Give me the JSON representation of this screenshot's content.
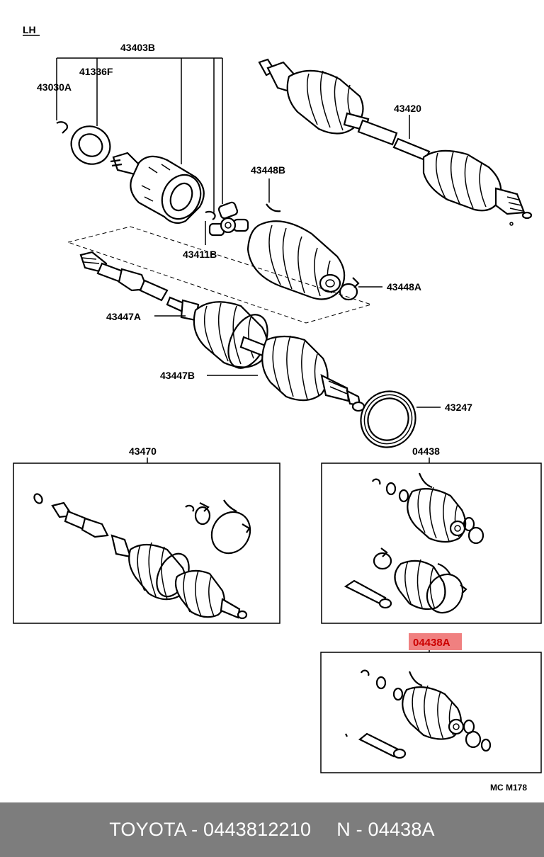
{
  "side_label": "LH",
  "figure_code": "MC M178",
  "parts": {
    "p43403B": "43403B",
    "p41336F": "41336F",
    "p43030A": "43030A",
    "p43420": "43420",
    "p43448B": "43448B",
    "p43411B": "43411B",
    "p43448A": "43448A",
    "p43447A": "43447A",
    "p43447B": "43447B",
    "p43247": "43247",
    "p43470": "43470",
    "p04438": "04438",
    "p04438A": "04438A"
  },
  "highlight": {
    "part": "04438A",
    "color": "#f08080"
  },
  "footer": {
    "brand_part": "TOYOTA - 0443812210",
    "ref": "N - 04438A"
  }
}
